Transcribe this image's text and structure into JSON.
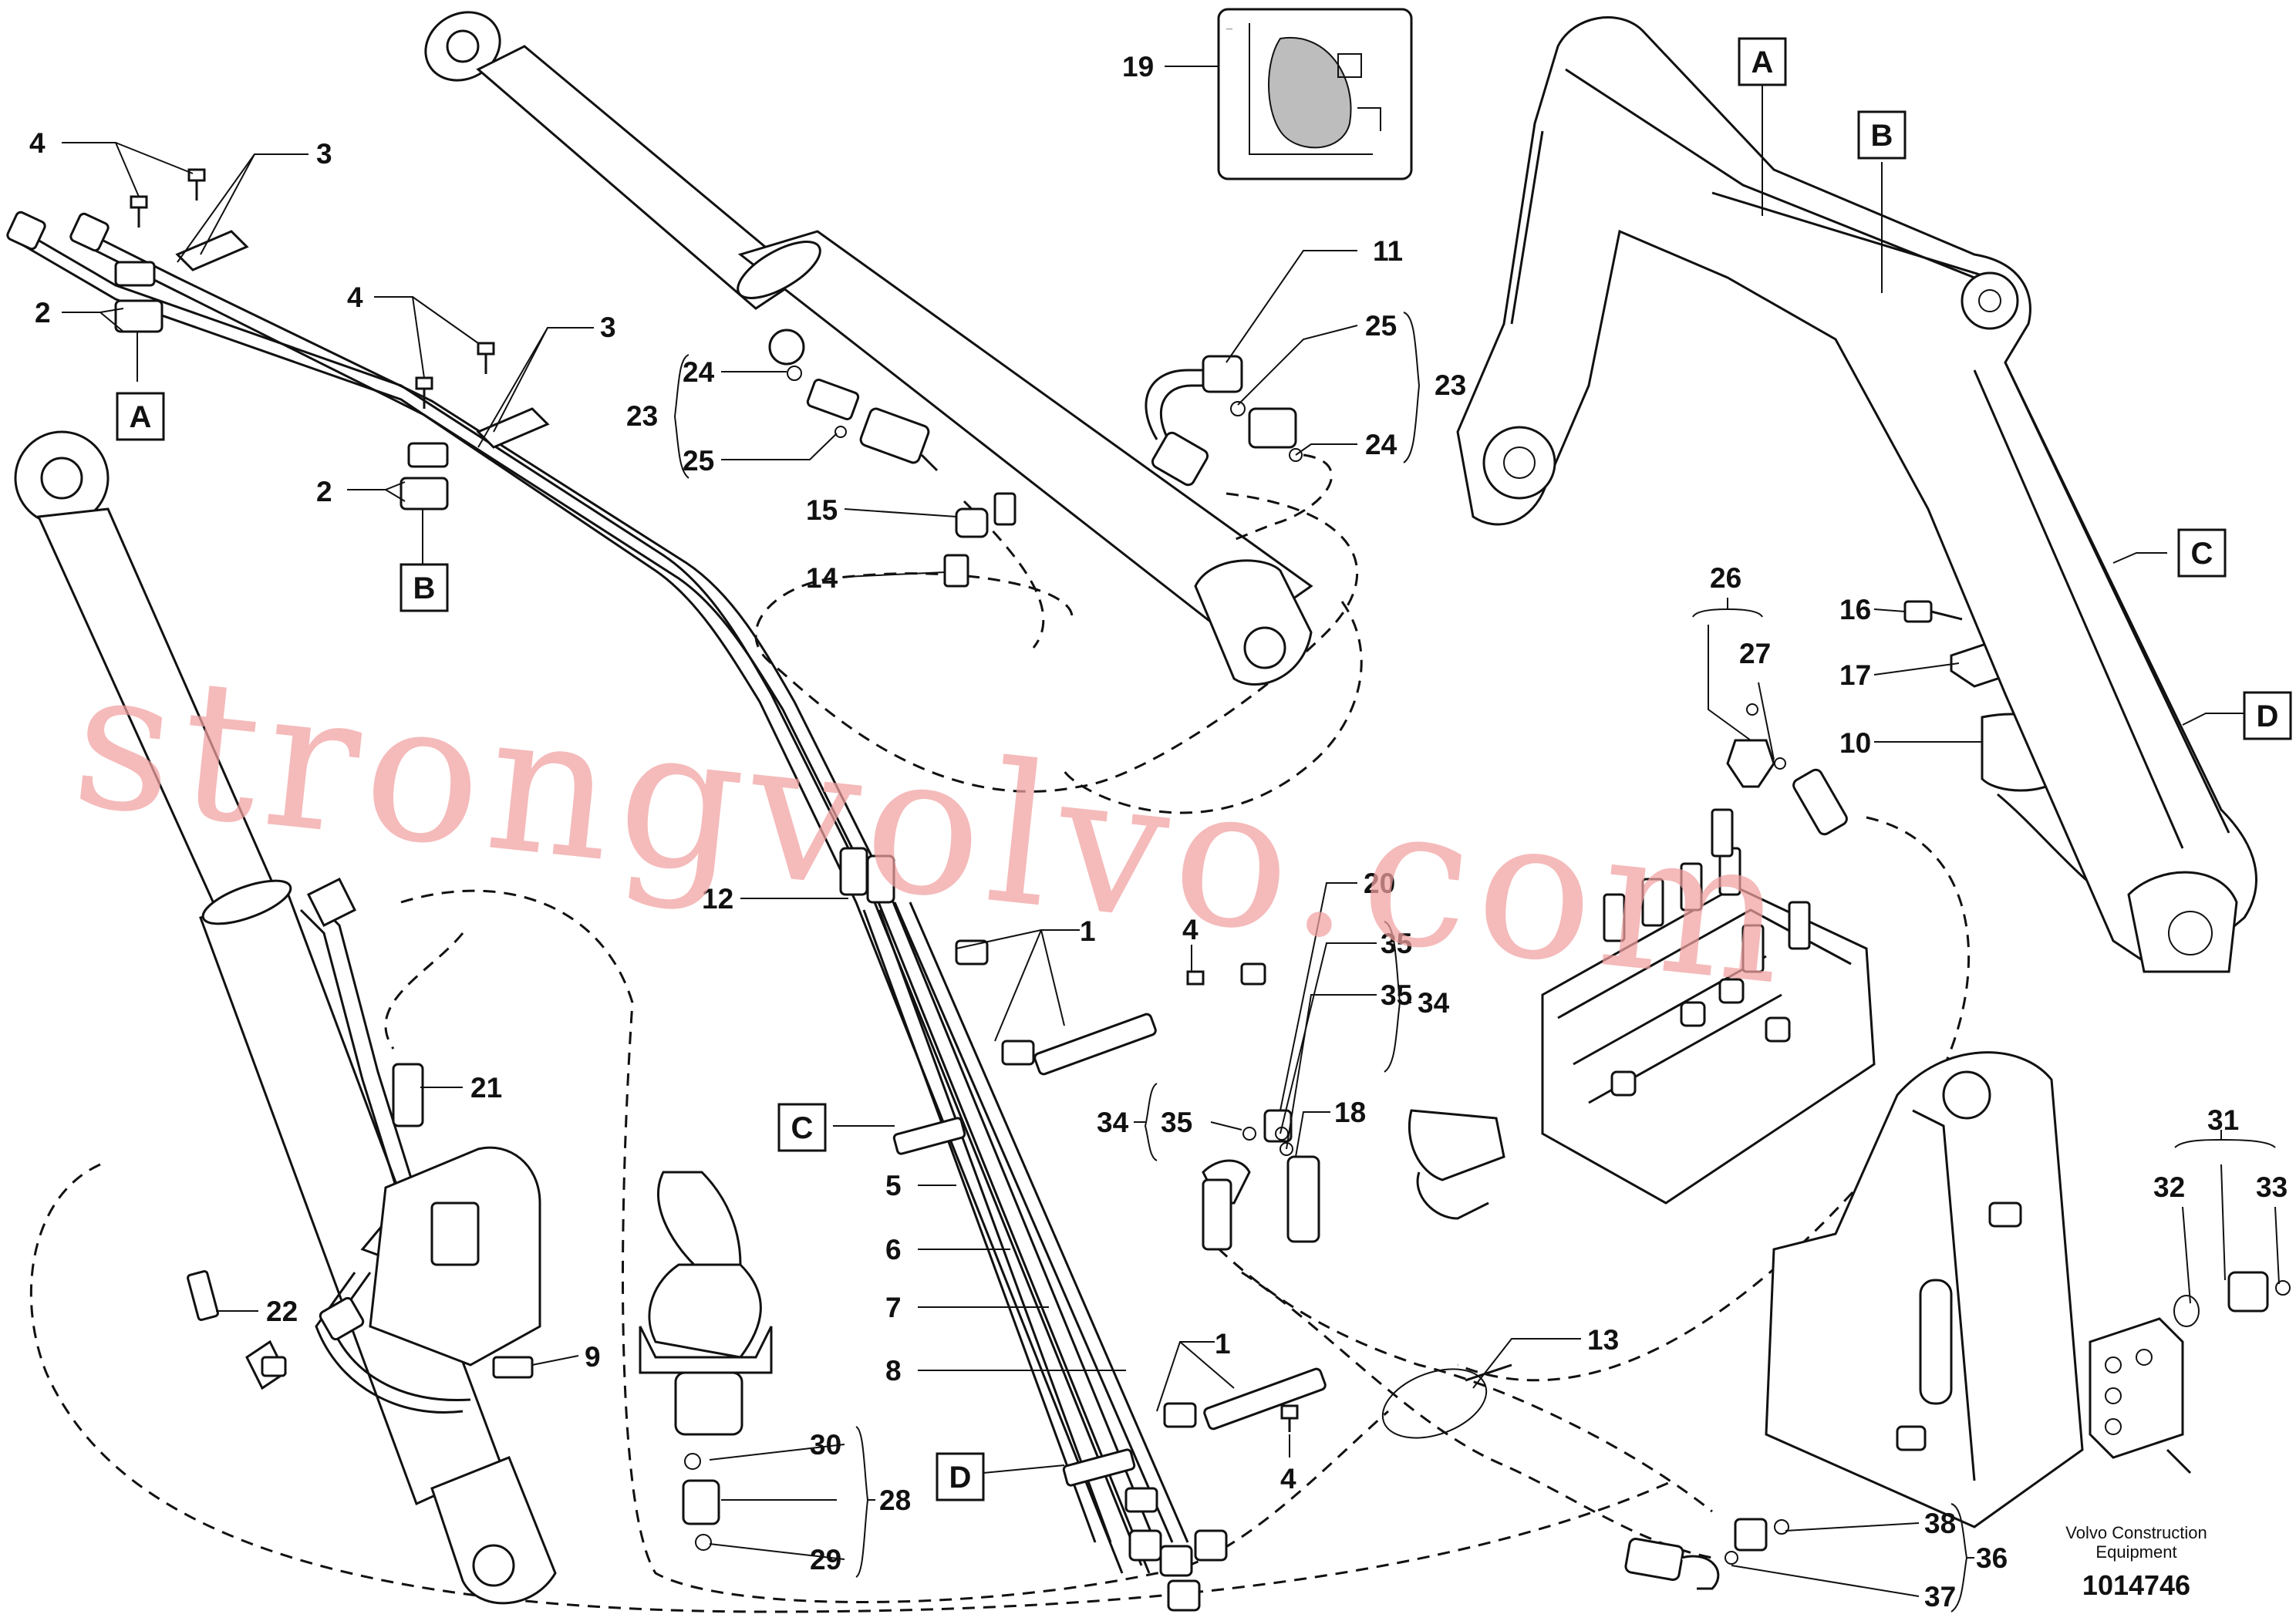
{
  "callouts": [
    {
      "id": "c1a",
      "text": "1"
    },
    {
      "id": "c1b",
      "text": "1"
    },
    {
      "id": "c2a",
      "text": "2"
    },
    {
      "id": "c2b",
      "text": "2"
    },
    {
      "id": "c3a",
      "text": "3"
    },
    {
      "id": "c3b",
      "text": "3"
    },
    {
      "id": "c4a",
      "text": "4"
    },
    {
      "id": "c4b",
      "text": "4"
    },
    {
      "id": "c4c",
      "text": "4"
    },
    {
      "id": "c4d",
      "text": "4"
    },
    {
      "id": "c5",
      "text": "5"
    },
    {
      "id": "c6",
      "text": "6"
    },
    {
      "id": "c7",
      "text": "7"
    },
    {
      "id": "c8",
      "text": "8"
    },
    {
      "id": "c9",
      "text": "9"
    },
    {
      "id": "c10",
      "text": "10"
    },
    {
      "id": "c11",
      "text": "11"
    },
    {
      "id": "c12",
      "text": "12"
    },
    {
      "id": "c13",
      "text": "13"
    },
    {
      "id": "c14",
      "text": "14"
    },
    {
      "id": "c15",
      "text": "15"
    },
    {
      "id": "c16",
      "text": "16"
    },
    {
      "id": "c17",
      "text": "17"
    },
    {
      "id": "c18",
      "text": "18"
    },
    {
      "id": "c19",
      "text": "19"
    },
    {
      "id": "c20",
      "text": "20"
    },
    {
      "id": "c21",
      "text": "21"
    },
    {
      "id": "c22",
      "text": "22"
    },
    {
      "id": "c23a",
      "text": "23"
    },
    {
      "id": "c23b",
      "text": "23"
    },
    {
      "id": "c24a",
      "text": "24"
    },
    {
      "id": "c24b",
      "text": "24"
    },
    {
      "id": "c25a",
      "text": "25"
    },
    {
      "id": "c25b",
      "text": "25"
    },
    {
      "id": "c26",
      "text": "26"
    },
    {
      "id": "c27",
      "text": "27"
    },
    {
      "id": "c28",
      "text": "28"
    },
    {
      "id": "c29",
      "text": "29"
    },
    {
      "id": "c30",
      "text": "30"
    },
    {
      "id": "c31",
      "text": "31"
    },
    {
      "id": "c32",
      "text": "32"
    },
    {
      "id": "c33",
      "text": "33"
    },
    {
      "id": "c34a",
      "text": "34"
    },
    {
      "id": "c34b",
      "text": "34"
    },
    {
      "id": "c35a",
      "text": "35"
    },
    {
      "id": "c35b",
      "text": "35"
    },
    {
      "id": "c35c",
      "text": "35"
    },
    {
      "id": "c36",
      "text": "36"
    },
    {
      "id": "c37",
      "text": "37"
    },
    {
      "id": "c38",
      "text": "38"
    }
  ],
  "boxed_labels": [
    {
      "id": "bA1",
      "text": "A"
    },
    {
      "id": "bB1",
      "text": "B"
    },
    {
      "id": "bA2",
      "text": "A"
    },
    {
      "id": "bB2",
      "text": "B"
    },
    {
      "id": "bC1",
      "text": "C"
    },
    {
      "id": "bD1",
      "text": "D"
    },
    {
      "id": "bC2",
      "text": "C"
    },
    {
      "id": "bD2",
      "text": "D"
    }
  ],
  "brand_line1": "Volvo Construction",
  "brand_line2": "Equipment",
  "part_number": "1014746",
  "watermark": "strongvolvo.com",
  "colors": {
    "ink": "#111111",
    "watermark": "#f2a0a0",
    "shade": "#bdbdbd"
  }
}
